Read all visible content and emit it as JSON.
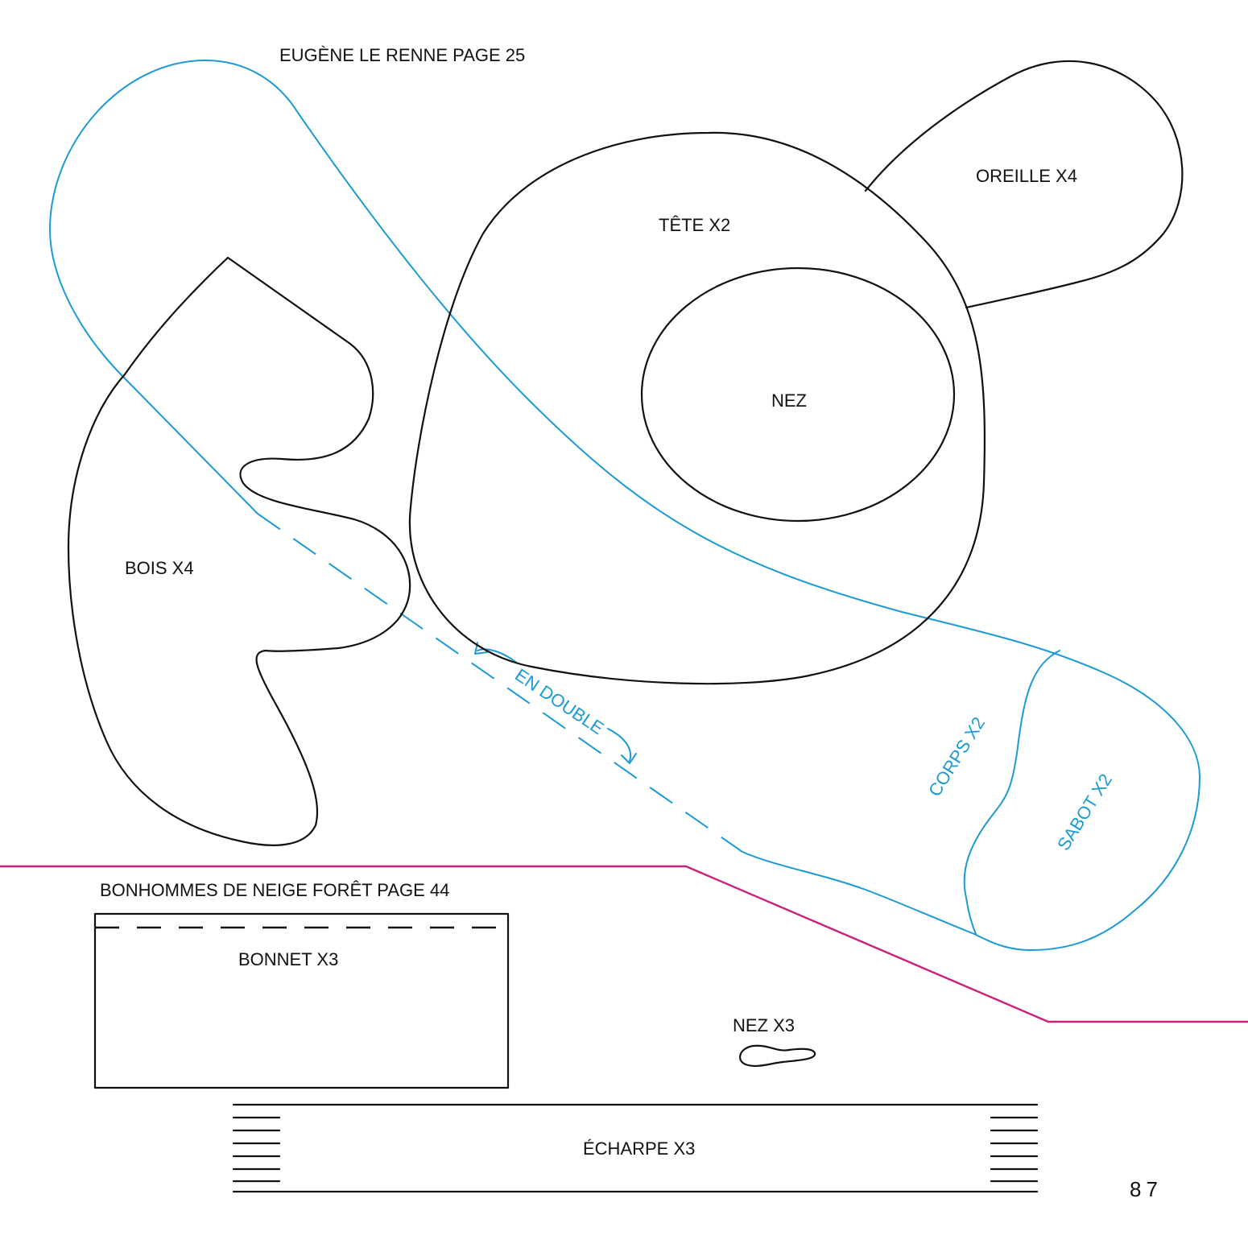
{
  "sections": {
    "reindeer_title": "EUGÈNE LE RENNE PAGE 25",
    "snowmen_title": "BONHOMMES DE NEIGE FORÊT PAGE 44"
  },
  "pieces": {
    "ear": "OREILLE X4",
    "head": "TÊTE X2",
    "nose": "NEZ",
    "antler": "BOIS X4",
    "fold": "EN DOUBLE",
    "body": "CORPS X2",
    "hoof": "SABOT X2",
    "hat": "BONNET X3",
    "snow_nose": "NEZ X3",
    "scarf": "ÉCHARPE X3"
  },
  "page_number": "87",
  "colors": {
    "outline": "#111111",
    "reindeer_body_pattern": "#1a9ad6",
    "section_divider": "#cc1f7a"
  }
}
